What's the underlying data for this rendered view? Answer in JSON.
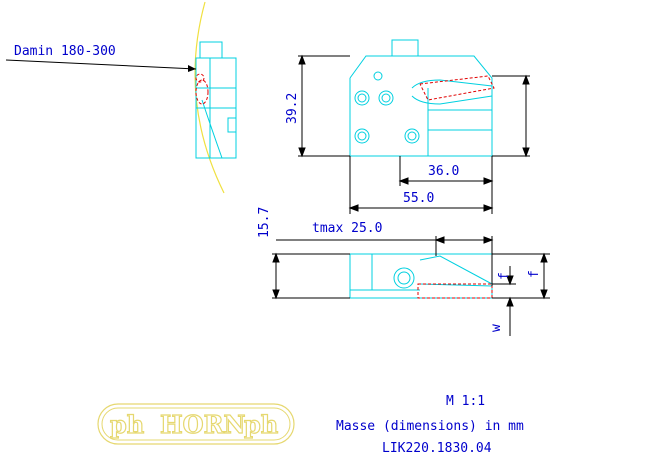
{
  "colors": {
    "part_outline": "#00d0e0",
    "dimension_text": "#0000cc",
    "dimension_lines": "#000000",
    "insert_highlight": "#e00000",
    "workpiece_arc": "#f0e040",
    "logo": "#e6d870"
  },
  "labels": {
    "diameter_range": "Damin 180-300",
    "t_max": "tmax 25.0",
    "f": "f",
    "w": "w"
  },
  "dimensions": {
    "height_top_view": "39.2",
    "width_36": "36.0",
    "width_55": "55.0",
    "height_side_view": "15.7"
  },
  "title_block": {
    "scale": "M 1:1",
    "units_note": "Masse (dimensions) in mm",
    "part_number": "LIK220.1830.04"
  },
  "logo": {
    "left_mark": "ph",
    "brand": "HORN",
    "right_mark": "ph"
  }
}
